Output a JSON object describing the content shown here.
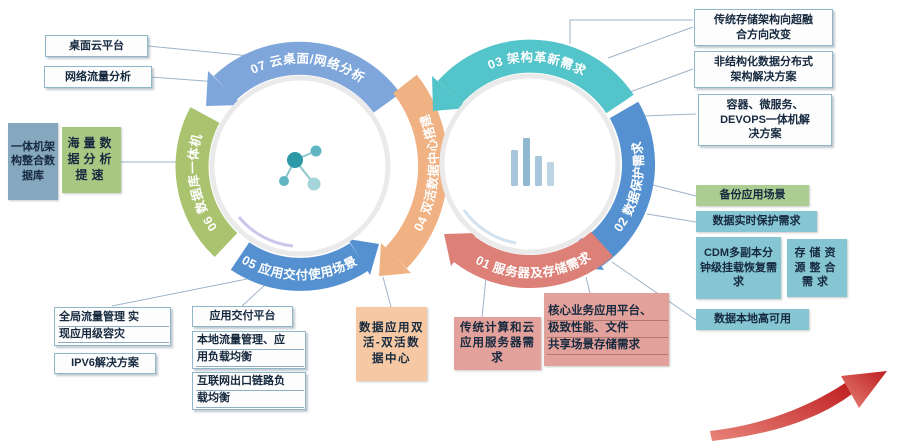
{
  "palette": {
    "outline_border": "#8FB6C9",
    "box_steel": "#85A8BE",
    "box_green": "#A6C882",
    "box_peach": "#F6C9A4",
    "box_salmon": "#E2A19A",
    "box_teal": "#85C6D2",
    "box_light_green": "#ABCD92",
    "icon_teal": "#2E99A6",
    "icon_blue": "#8FB8D2",
    "swoosh_from": "#E8837A",
    "swoosh_to": "#BE1E1E"
  },
  "rings": {
    "left": {
      "icon": "molecule-network-icon",
      "segments": [
        {
          "num": "07",
          "label": "07 云桌面/网络分析",
          "color": "#7EA6DB"
        },
        {
          "num": "06",
          "label": "06 数据库一体机",
          "color": "#A9C36F"
        },
        {
          "num": "05",
          "label": "05 应用交付使用场景",
          "color": "#5591D0"
        },
        {
          "num": "04",
          "label": "04 双活数据中心搭建",
          "color": "#F0B183"
        }
      ]
    },
    "right": {
      "icon": "bar-chart-icon",
      "segments": [
        {
          "num": "03",
          "label": "03 架构革新需求",
          "color": "#53C4CA"
        },
        {
          "num": "02",
          "label": "02 数据保护需求",
          "color": "#5591D0"
        },
        {
          "num": "01",
          "label": "01 服务器及存储需求",
          "color": "#DC8078"
        }
      ]
    }
  },
  "callouts": {
    "desktop_cloud": {
      "text": "桌面云平台"
    },
    "network_traffic": {
      "text": "网络流量分析"
    },
    "appliance_db": {
      "text": "一体机架构整合数据库"
    },
    "mass_data": {
      "text": "海量数据分析提速"
    },
    "global_traffic": {
      "lines": [
        "全局流量管理 实",
        "现应用级容灾"
      ]
    },
    "ipv6": {
      "text": "IPV6解决方案"
    },
    "app_delivery": {
      "text": "应用交付平台"
    },
    "local_traffic": {
      "lines": [
        "本地流量管理、应",
        "用负载均衡"
      ]
    },
    "internet_outlet": {
      "lines": [
        "互联网出口链路负",
        "载均衡"
      ]
    },
    "dual_active_dc": {
      "text": "数据应用双活-双活数据中心"
    },
    "traditional_compute": {
      "text": "传统计算和云应用服务器需求"
    },
    "core_business": {
      "lines": [
        "核心业务应用平台、",
        "极致性能、文件",
        "共享场景存储需求"
      ]
    },
    "storage_hci": {
      "lines": [
        "传统存储架构向超融",
        "合方向改变"
      ]
    },
    "unstructured": {
      "lines": [
        "非结构化数据分布式",
        "架构解决方案"
      ]
    },
    "container_devops": {
      "lines": [
        "容器、微服务、",
        "DEVOPS一体机解",
        "决方案"
      ]
    },
    "backup": {
      "text": "备份应用场景"
    },
    "realtime_protection": {
      "text": "数据实时保护需求"
    },
    "cdm": {
      "text": "CDM多副本分钟级挂载恢复需求"
    },
    "storage_consolidation": {
      "text": "存储资源整合需求"
    },
    "local_ha": {
      "text": "数据本地高可用"
    }
  }
}
